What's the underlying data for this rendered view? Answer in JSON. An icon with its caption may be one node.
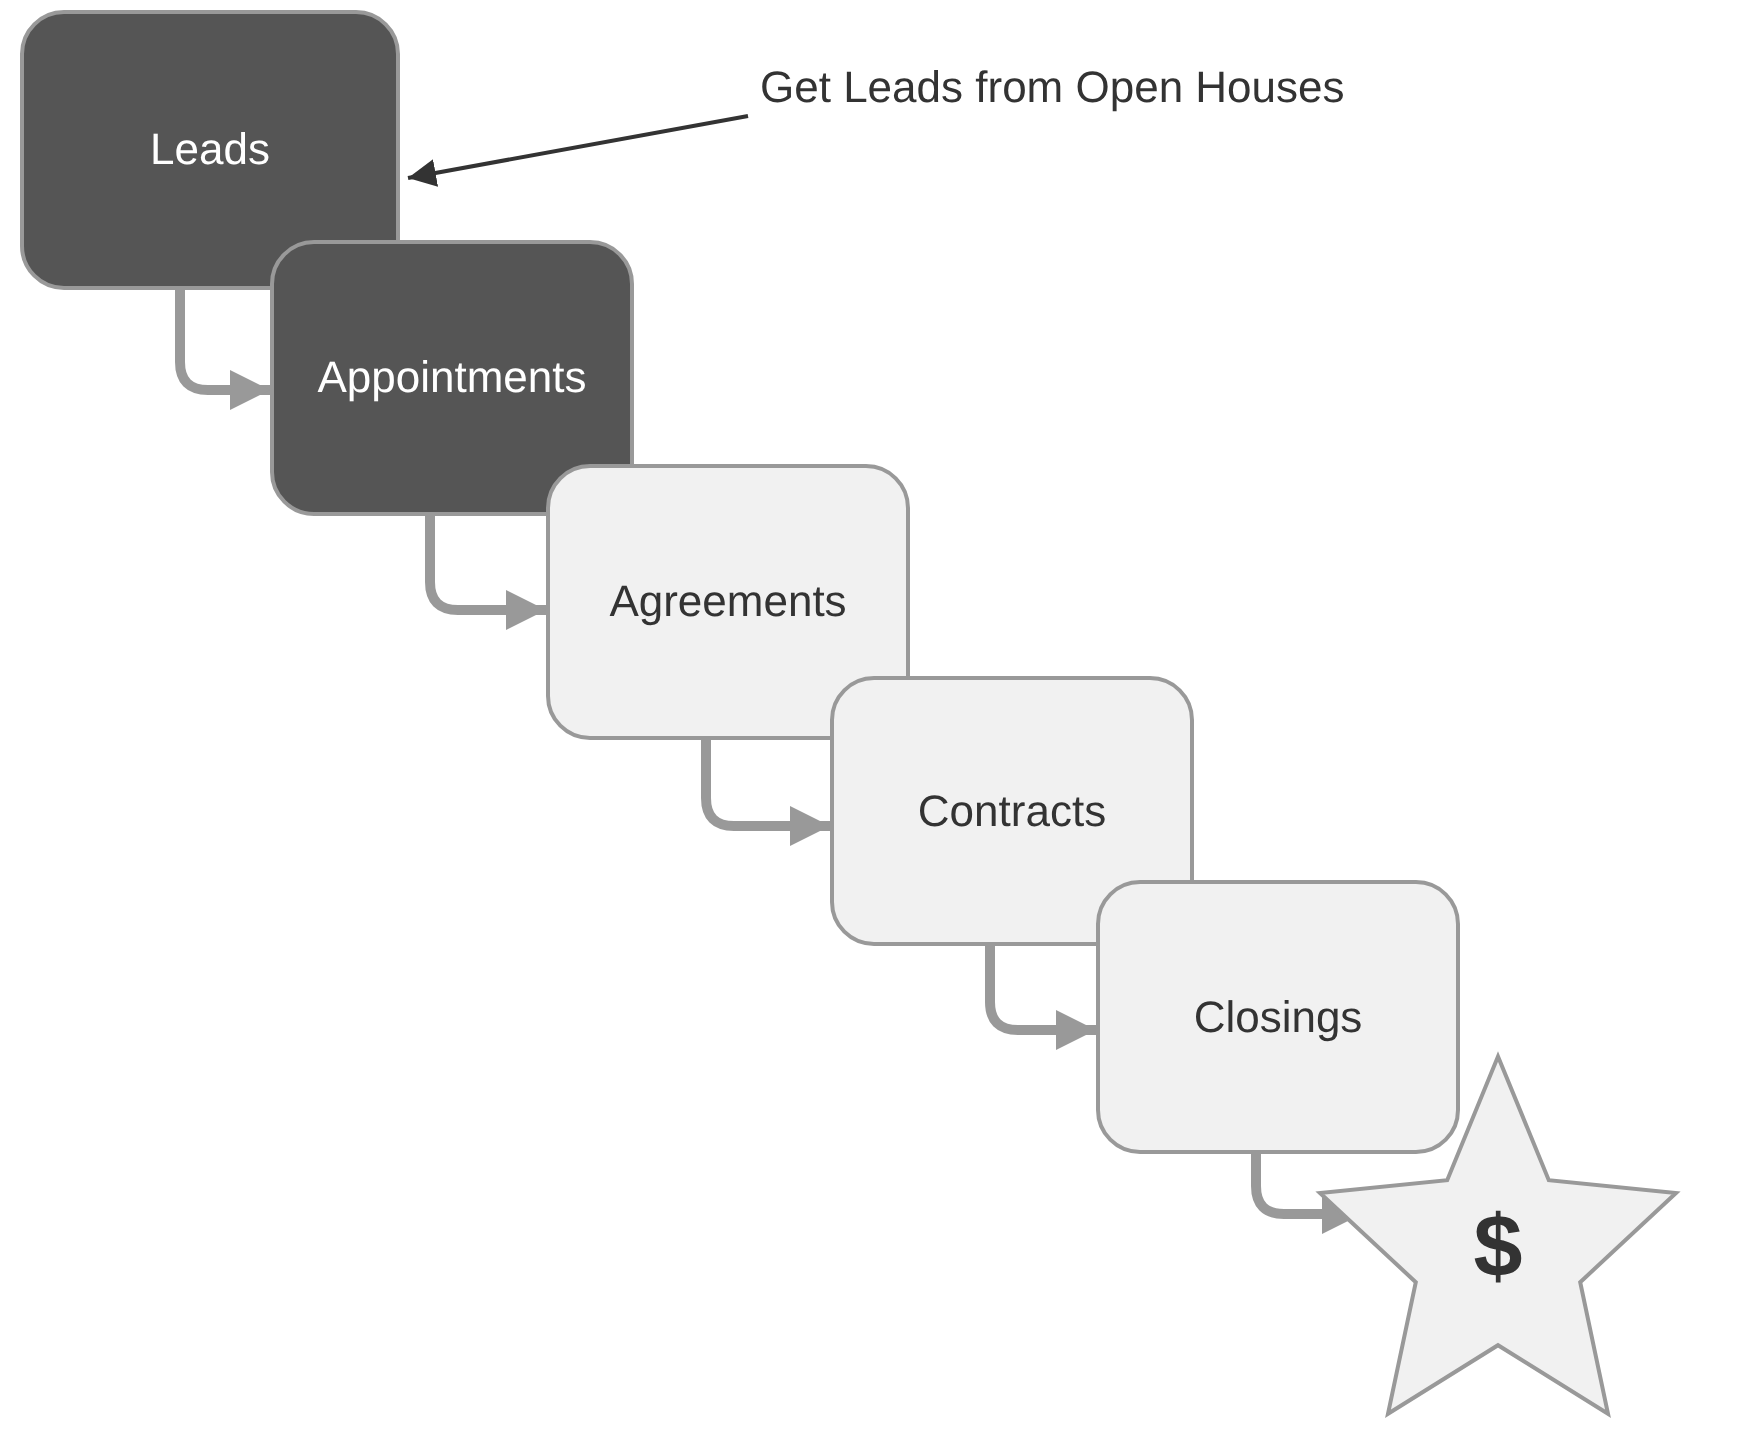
{
  "diagram": {
    "nodes": [
      {
        "text": [
          "Leads"
        ]
      },
      {
        "text": [
          "Appointments"
        ]
      },
      {
        "text": [
          "Agreements"
        ]
      },
      {
        "text": [
          "Contracts"
        ]
      },
      {
        "text": [
          "Closings"
        ]
      },
      {
        "text": [
          "$"
        ]
      },
      {
        "text": [
          "Get Leads from Open Houses"
        ]
      }
    ],
    "edges": [
      {
        "from": 0,
        "to": 1,
        "arrow": "to"
      },
      {
        "from": 1,
        "to": 2,
        "arrow": "to"
      },
      {
        "from": 2,
        "to": 3,
        "arrow": "to"
      },
      {
        "from": 3,
        "to": 4,
        "arrow": "to"
      },
      {
        "from": 4,
        "to": 5,
        "arrow": "to"
      },
      {
        "from": 6,
        "to": 0,
        "arrow": "to",
        "color": "#333333"
      }
    ]
  }
}
